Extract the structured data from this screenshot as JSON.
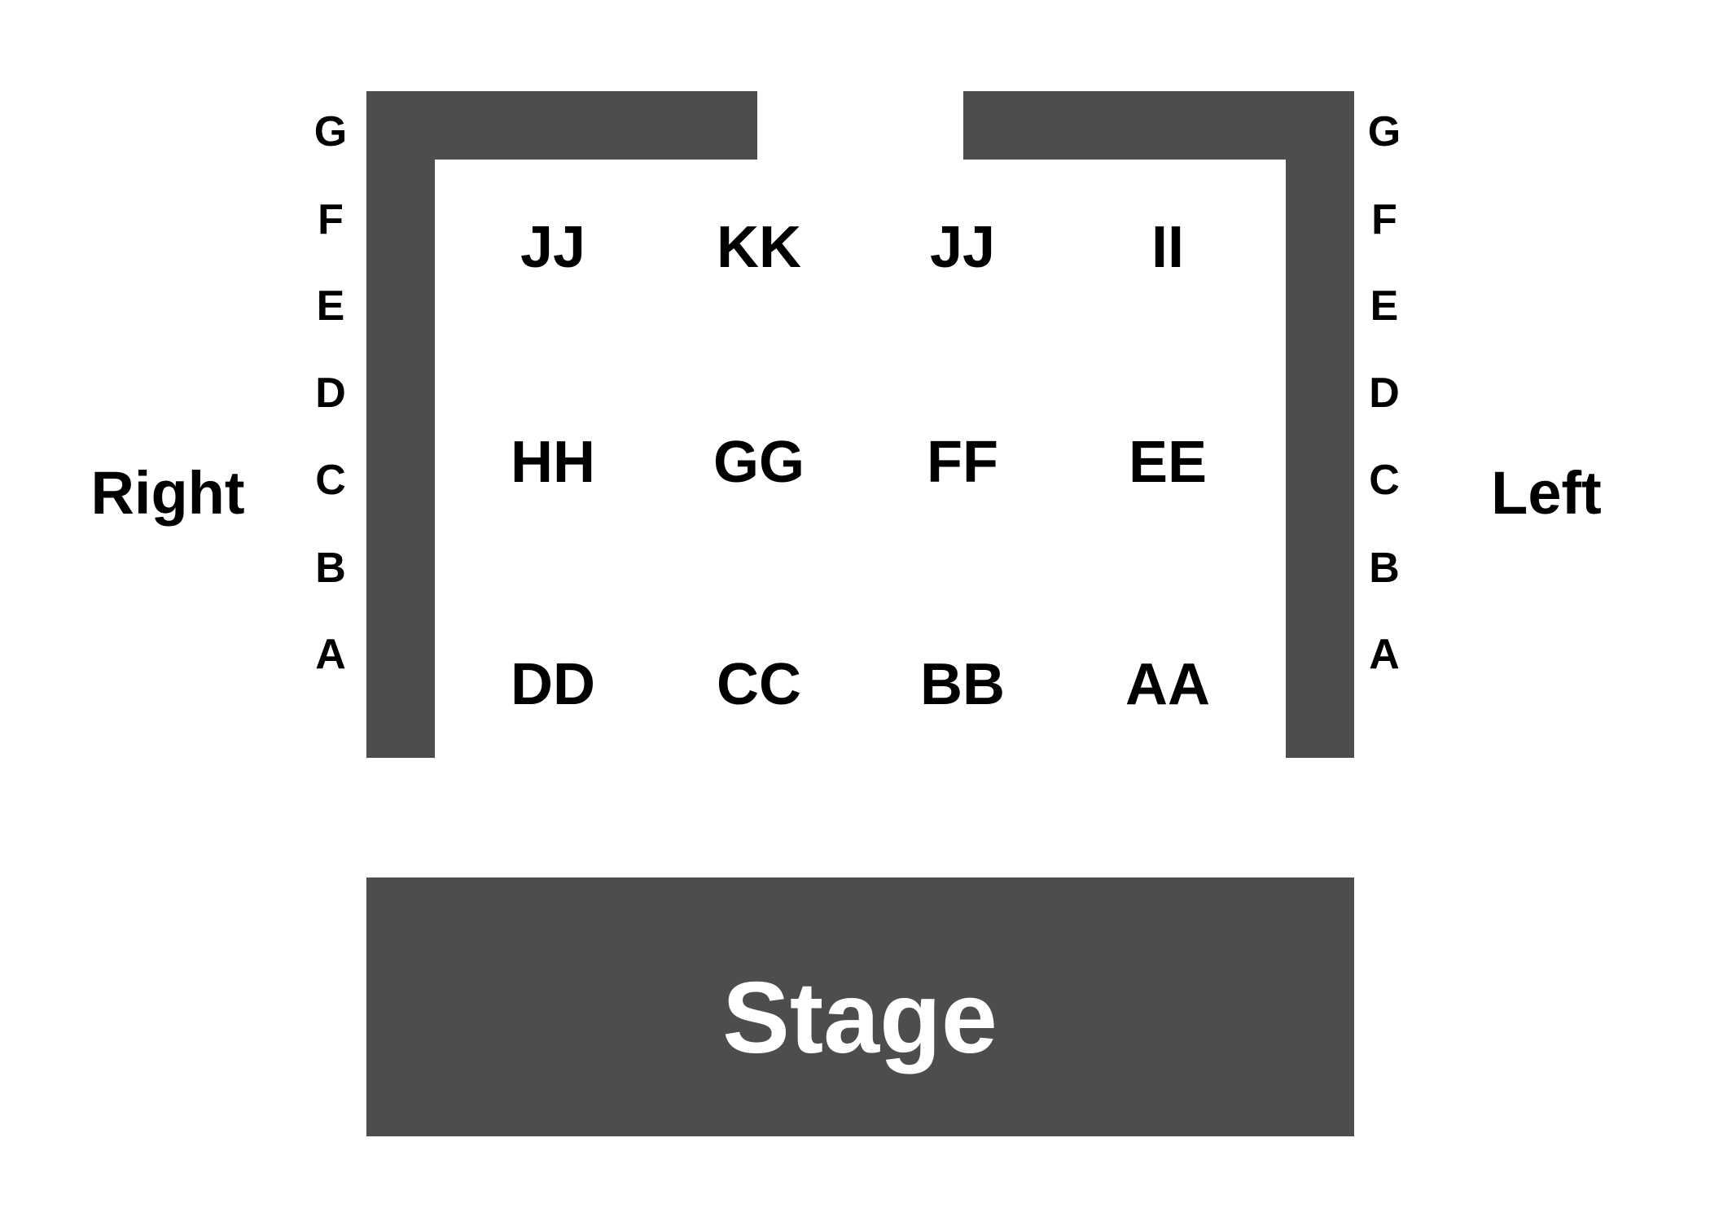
{
  "colors": {
    "wall": "#4d4d4d",
    "stage": "#4d4d4d",
    "stage_text": "#ffffff",
    "text": "#000000",
    "background": "#ffffff"
  },
  "side_labels": {
    "right": "Right",
    "left": "Left"
  },
  "wall_rows": {
    "right": [
      "G",
      "F",
      "E",
      "D",
      "C",
      "B",
      "A"
    ],
    "left": [
      "G",
      "F",
      "E",
      "D",
      "C",
      "B",
      "A"
    ]
  },
  "sections": {
    "back": [
      "JJ",
      "KK",
      "JJ",
      "II"
    ],
    "middle": [
      "HH",
      "GG",
      "FF",
      "EE"
    ],
    "front": [
      "DD",
      "CC",
      "BB",
      "AA"
    ]
  },
  "stage": {
    "label": "Stage"
  }
}
